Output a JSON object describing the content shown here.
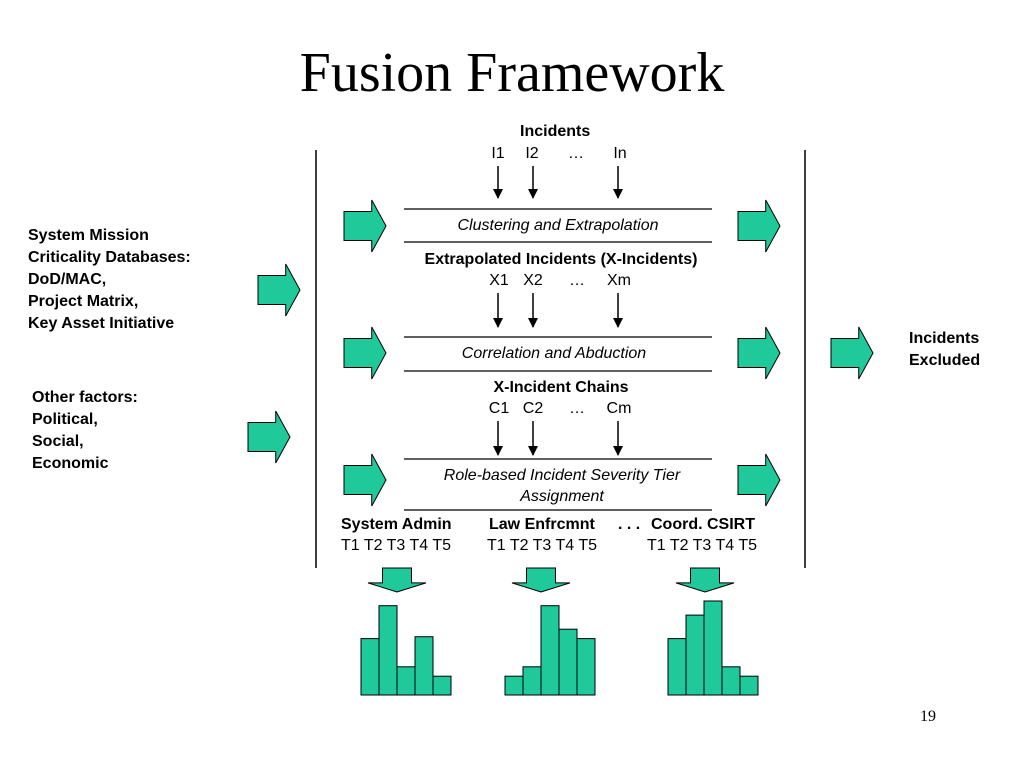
{
  "slide": {
    "title": "Fusion Framework",
    "page_number": "19",
    "accent_color": "#1fc99a",
    "outline_color": "#000000"
  },
  "left_inputs": {
    "criticality_db_lines": "System Mission\nCriticality Databases:\nDoD/MAC,\nProject Matrix,\nKey Asset Initiative",
    "other_factors_lines": "Other factors:\nPolitical,\nSocial,\nEconomic"
  },
  "pipeline": {
    "incidents": {
      "heading": "Incidents",
      "items": [
        "I1",
        "I2",
        "…",
        "In"
      ]
    },
    "stage1": {
      "label": "Clustering and Extrapolation"
    },
    "extrapolated": {
      "heading": "Extrapolated Incidents (X-Incidents)",
      "items": [
        "X1",
        "X2",
        "…",
        "Xm"
      ]
    },
    "stage2": {
      "label": "Correlation and Abduction"
    },
    "chains": {
      "heading": "X-Incident Chains",
      "items": [
        "C1",
        "C2",
        "…",
        "Cm"
      ]
    },
    "stage3": {
      "label_line1": "Role-based Incident Severity Tier",
      "label_line2": "Assignment"
    }
  },
  "roles": {
    "separator": ". . .",
    "items": [
      {
        "name": "System Admin",
        "tiers": "T1 T2 T3 T4 T5",
        "tier_values": [
          0.6,
          0.95,
          0.3,
          0.62,
          0.2
        ]
      },
      {
        "name": "Law Enfrcmnt",
        "tiers": "T1 T2 T3 T4 T5",
        "tier_values": [
          0.2,
          0.3,
          0.95,
          0.7,
          0.6
        ]
      },
      {
        "name": "Coord. CSIRT",
        "tiers": "T1 T2 T3 T4 T5",
        "tier_values": [
          0.6,
          0.85,
          1.0,
          0.3,
          0.2
        ]
      }
    ]
  },
  "output": {
    "excluded_label": "Incidents\nExcluded"
  },
  "icons": {
    "flow_arrow": "right-arrow-icon",
    "down_flow_arrow": "down-arrow-icon"
  }
}
